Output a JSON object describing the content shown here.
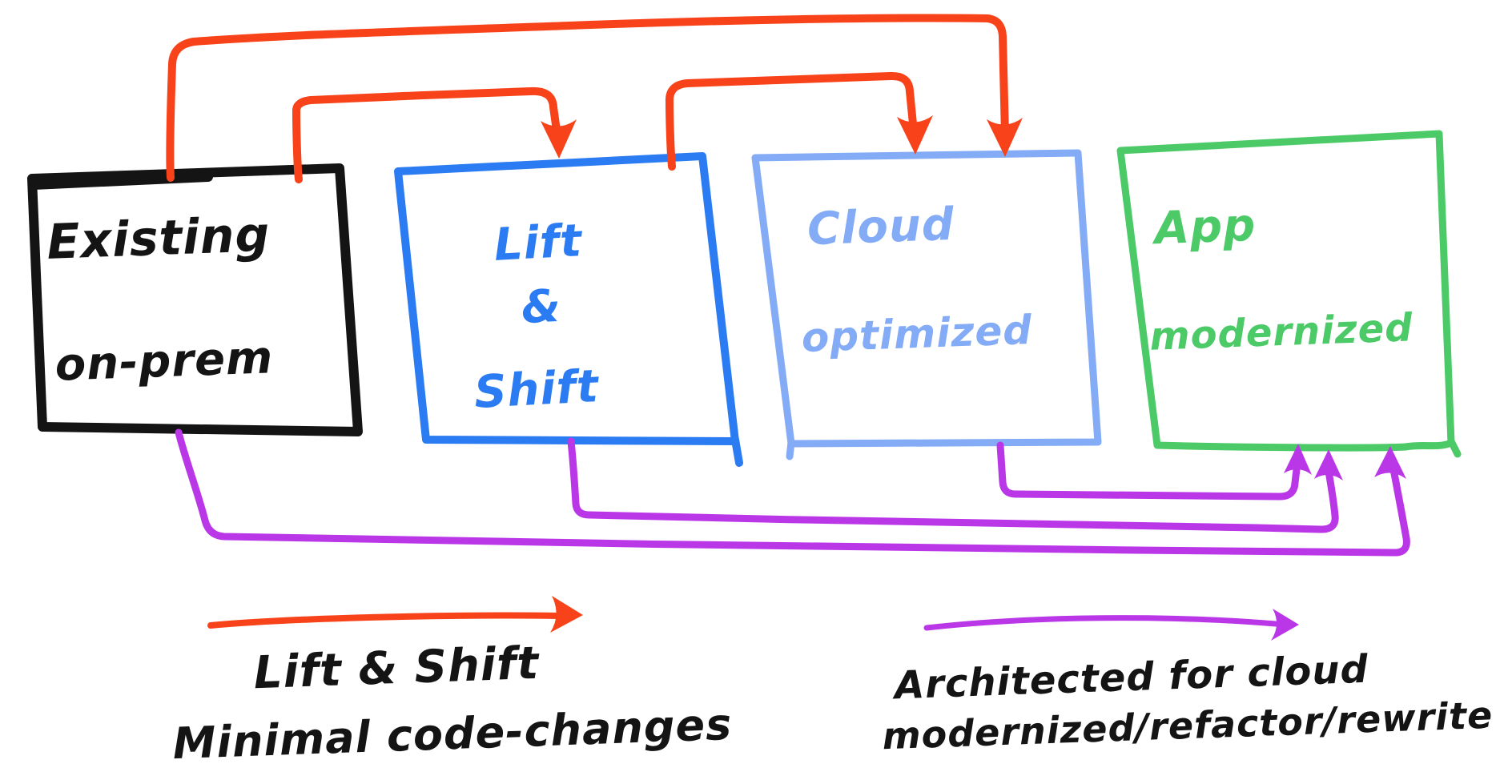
{
  "colors": {
    "background": "#ffffff",
    "black": "#141414",
    "blue": "#2b7bf2",
    "light_blue": "#84abf6",
    "green": "#4bca67",
    "red": "#f8431a",
    "purple": "#ba37e8"
  },
  "boxes": [
    {
      "id": "existing-on-prem",
      "lines": [
        "Existing",
        "on-prem"
      ],
      "color_key": "black"
    },
    {
      "id": "lift-and-shift",
      "lines": [
        "Lift",
        "&",
        "Shift"
      ],
      "color_key": "blue"
    },
    {
      "id": "cloud-optimized",
      "lines": [
        "Cloud",
        "optimized"
      ],
      "color_key": "light_blue"
    },
    {
      "id": "app-modernized",
      "lines": [
        "App",
        "modernized"
      ],
      "color_key": "green"
    }
  ],
  "arrows": [
    {
      "from": "existing-on-prem",
      "to": "cloud-optimized",
      "color_key": "red"
    },
    {
      "from": "existing-on-prem",
      "to": "lift-and-shift",
      "color_key": "red"
    },
    {
      "from": "lift-and-shift",
      "to": "cloud-optimized",
      "color_key": "red"
    },
    {
      "from": "existing-on-prem",
      "to": "app-modernized",
      "color_key": "purple"
    },
    {
      "from": "lift-and-shift",
      "to": "app-modernized",
      "color_key": "purple"
    },
    {
      "from": "cloud-optimized",
      "to": "app-modernized",
      "color_key": "purple"
    }
  ],
  "legend_left": {
    "line1": "Lift & Shift",
    "line2": "Minimal code-changes"
  },
  "legend_right": {
    "line1": "Architected for cloud",
    "line2": "modernized/refactor/rewrite"
  }
}
